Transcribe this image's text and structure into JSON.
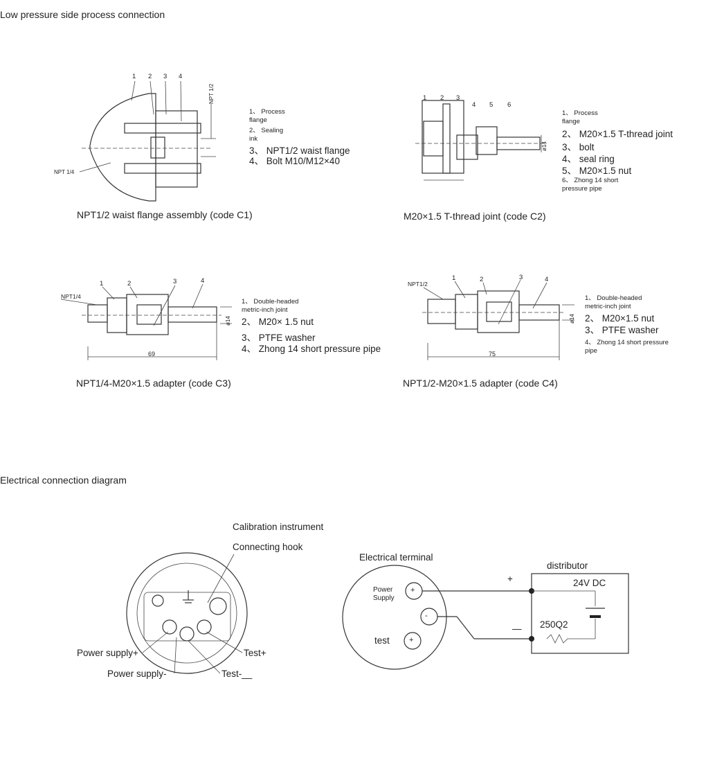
{
  "sections": {
    "process": {
      "title": "Low pressure side process connection"
    },
    "electrical": {
      "title": "Electrical connection diagram"
    }
  },
  "fig_c1": {
    "caption": "NPT1/2 waist flange assembly (code C1)",
    "callouts": [
      "1",
      "2",
      "3",
      "4"
    ],
    "dim_labels": [
      "NPT 1/2",
      "NPT 1/4"
    ],
    "legend": [
      "1、 Process\nflange",
      "2、 Sealing\nink",
      "3、 NPT1/2 waist flange",
      "4、 Bolt M10/M12×40"
    ]
  },
  "fig_c2": {
    "caption": "M20×1.5 T-thread joint (code C2)",
    "callouts": [
      "1",
      "2",
      "3",
      "4",
      "5",
      "6"
    ],
    "dim_labels": [
      "ø14"
    ],
    "legend": [
      "1、 Process\nflange",
      "2、 M20×1.5 T-thread joint",
      "3、 bolt",
      "4、 seal ring",
      "5、 M20×1.5 nut",
      "6、 Zhong 14 short\npressure pipe"
    ]
  },
  "fig_c3": {
    "caption": "NPT1/4-M20×1.5 adapter (code C3)",
    "callouts": [
      "1",
      "2",
      "3",
      "4"
    ],
    "dim_labels": [
      "NPT1/4",
      "ø14",
      "69"
    ],
    "legend": [
      "1、 Double-headed\nmetric-inch joint",
      "2、 M20× 1.5 nut",
      "3、 PTFE washer",
      "4、 Zhong 14 short pressure pipe"
    ]
  },
  "fig_c4": {
    "caption": "NPT1/2-M20×1.5 adapter (code C4)",
    "callouts": [
      "1",
      "2",
      "3",
      "4"
    ],
    "dim_labels": [
      "NPT1/2",
      "ø14",
      "75"
    ],
    "legend": [
      "1、 Double-headed\nmetric-inch joint",
      "2、 M20×1.5 nut",
      "3、 PTFE washer",
      "4、 Zhong 14 short pressure\npipe"
    ]
  },
  "wiring_left": {
    "calibration": "Calibration instrument",
    "hook": "Connecting hook",
    "power_plus": "Power supply+",
    "power_minus": "Power supply-",
    "test_plus": "Test+",
    "test_minus": "Test-__"
  },
  "wiring_right": {
    "terminal": "Electrical terminal",
    "power_supply": "Power\nSupply",
    "test": "test",
    "distributor": "distributor",
    "voltage": "24V DC",
    "resistor": "250Q2",
    "plus": "+",
    "minus": "—"
  }
}
